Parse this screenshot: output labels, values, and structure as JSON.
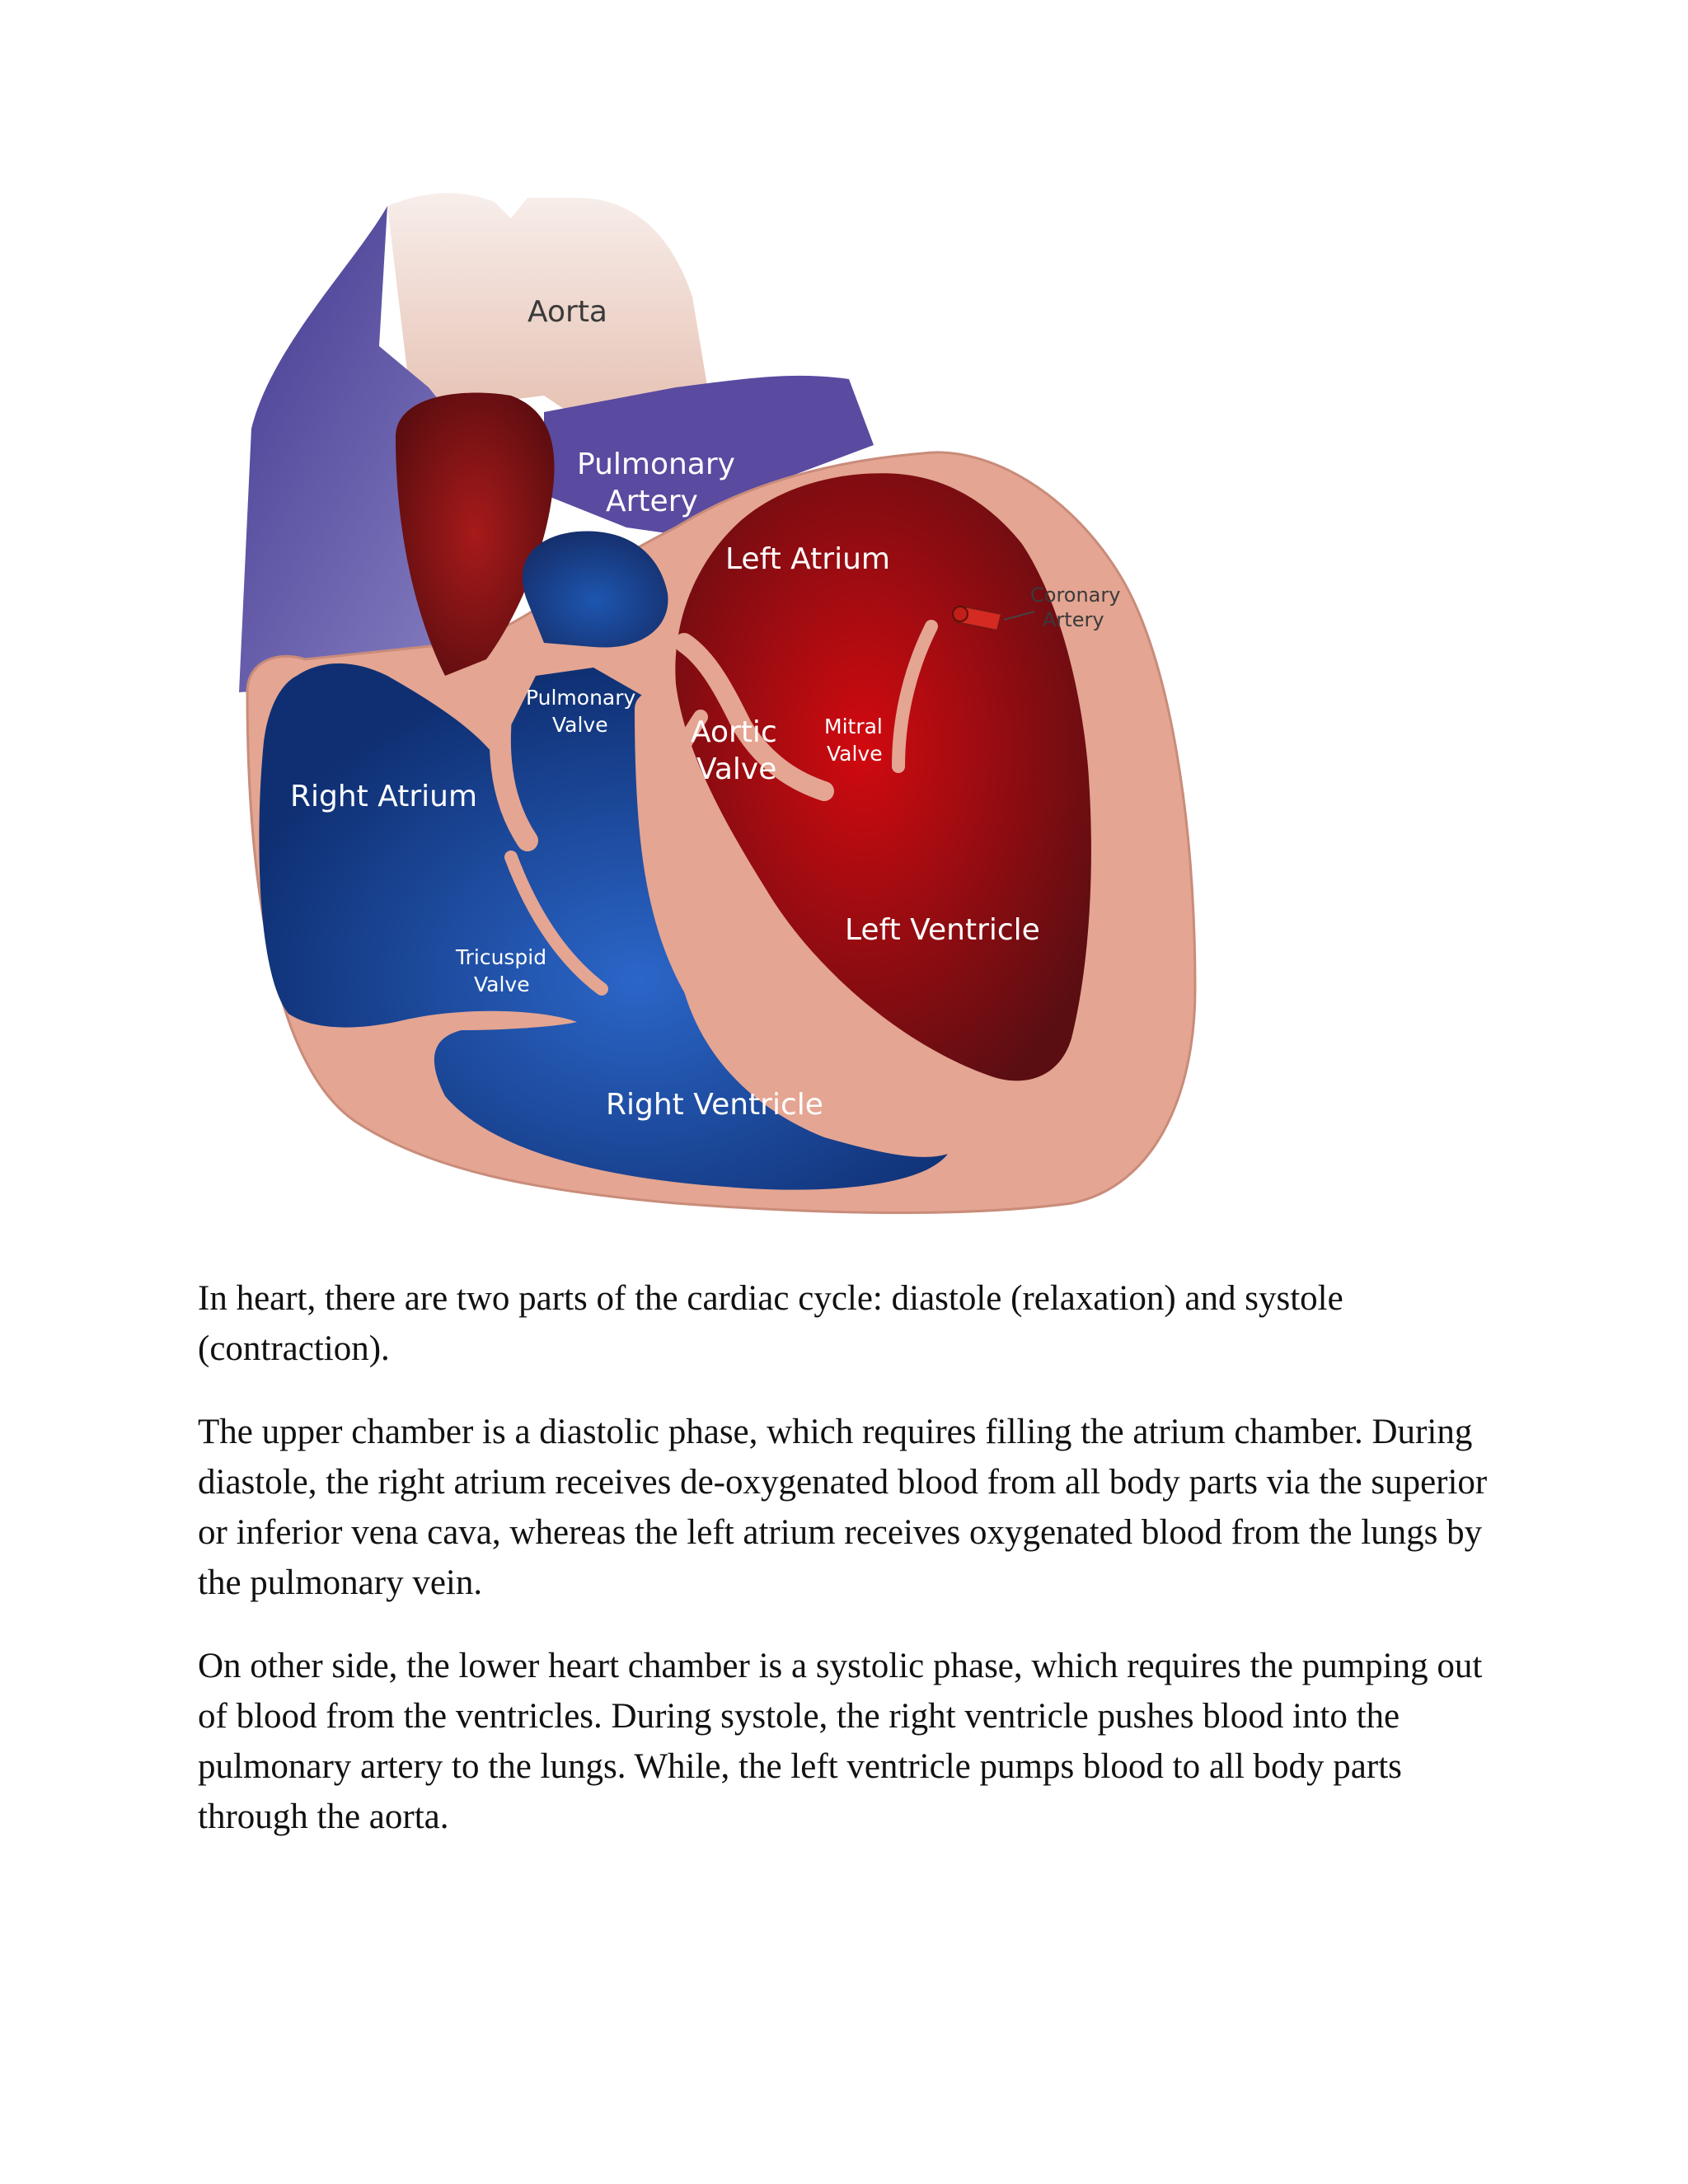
{
  "diagram": {
    "labels": {
      "aorta": "Aorta",
      "pulmonary_artery": [
        "Pulmonary",
        "Artery"
      ],
      "left_atrium": "Left Atrium",
      "coronary_artery": [
        "Coronary",
        "Artery"
      ],
      "pulmonary_valve": [
        "Pulmonary",
        "Valve"
      ],
      "aortic_valve": [
        "Aortic",
        "Valve"
      ],
      "mitral_valve": [
        "Mitral",
        "Valve"
      ],
      "right_atrium": "Right Atrium",
      "left_ventricle": "Left Ventricle",
      "tricuspid_valve": [
        "Tricuspid",
        "Valve"
      ],
      "right_ventricle": "Right Ventricle"
    },
    "colors": {
      "tissue": "#e4a592",
      "deoxygenated": "#1c4d9c",
      "oxygenated": "#b3101a",
      "vessel_purple": "#5e4ea0",
      "coronary": "#d42a22"
    }
  },
  "paragraphs": [
    "In heart, there are two parts of the cardiac cycle: diastole (relaxation) and systole (contraction).",
    "The upper chamber is a diastolic phase, which requires filling the atrium chamber. During diastole, the right atrium receives de-oxygenated blood from all body parts via the superior or inferior vena cava, whereas the left atrium receives oxygenated blood from the lungs by the pulmonary vein.",
    "On other side, the lower heart chamber is a systolic phase, which requires the pumping out of blood from the ventricles. During systole, the right ventricle pushes blood into the pulmonary artery to the lungs. While, the left ventricle pumps blood to all body parts through the aorta."
  ]
}
